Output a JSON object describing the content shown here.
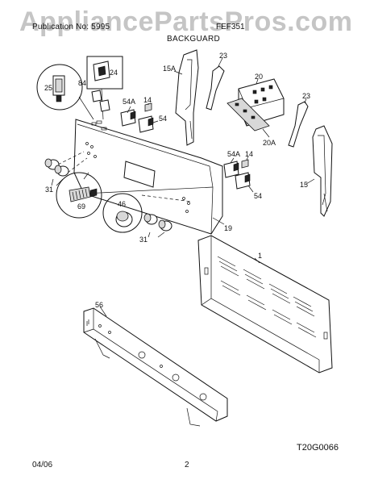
{
  "header": {
    "watermark": "AppliancePartsPros.com",
    "left_text": "Publication No: 5995",
    "model_text": "FEF351",
    "section_title": "BACKGUARD"
  },
  "parts": {
    "p25": "25",
    "p84": "84",
    "p24": "24",
    "p15A": "15A",
    "p23a": "23",
    "p20": "20",
    "p54A_top": "54A",
    "p14_top": "14",
    "p54_top": "54",
    "p20A": "20A",
    "p23b": "23",
    "p54A_mid": "54A",
    "p14_mid": "14",
    "p54_mid": "54",
    "p15": "15",
    "p31_left": "31",
    "p69": "69",
    "p46": "46",
    "p31_bottom": "31",
    "p19": "19",
    "p1": "1",
    "p56": "56"
  },
  "figure_ref": "T20G0066",
  "footer": {
    "date": "04/06",
    "page": "2"
  }
}
